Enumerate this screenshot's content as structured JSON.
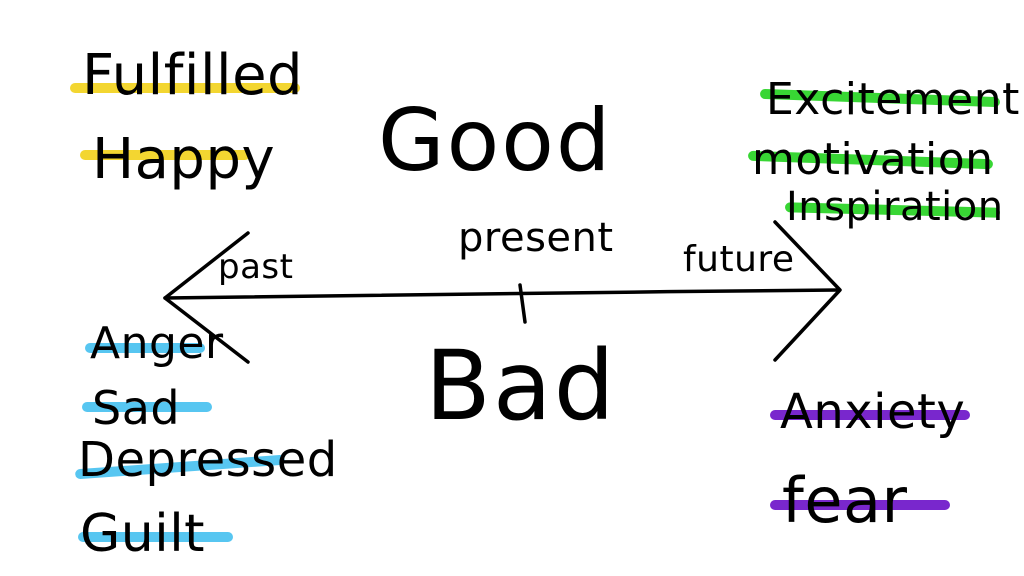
{
  "colors": {
    "yellow": "#f2d21b",
    "green": "#22d11e",
    "blue": "#45c0f0",
    "purple": "#6a10c8",
    "ink": "#000000"
  },
  "axis": {
    "past": "past",
    "present": "present",
    "future": "future"
  },
  "quadrants": {
    "good": "Good",
    "bad": "Bad",
    "good_past": [
      "Fulfilled",
      "Happy"
    ],
    "good_future": [
      "Excitement",
      "motivation",
      "Inspiration"
    ],
    "bad_past": [
      "Anger",
      "Sad",
      "Depressed",
      "Guilt"
    ],
    "bad_future": [
      "Anxiety",
      "fear"
    ]
  }
}
